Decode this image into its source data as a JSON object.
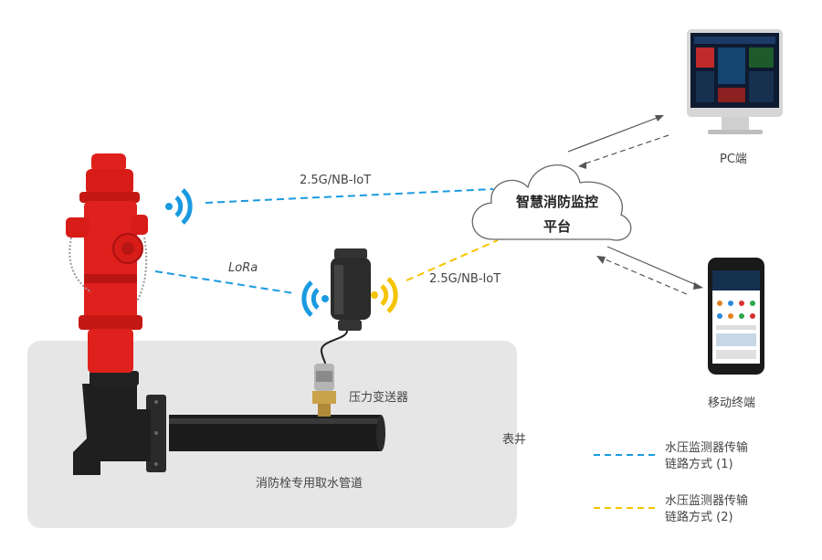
{
  "cloud": {
    "line1": "智慧消防监控",
    "line2": "平台"
  },
  "labels": {
    "link_top": "2.5G/NB-IoT",
    "link_lora": "LoRa",
    "link_right": "2.5G/NB-IoT",
    "pc": "PC端",
    "mobile": "移动终端",
    "transmitter": "压力变送器",
    "well": "表井",
    "pipe": "消防栓专用取水管道"
  },
  "legend": [
    {
      "line1": "水压监测器传输",
      "line2": "链路方式 (1)",
      "color": "#1a9ae0"
    },
    {
      "line1": "水压监测器传输",
      "line2": "链路方式 (2)",
      "color": "#f5c400"
    }
  ],
  "colors": {
    "hydrant": "#e0201c",
    "wifi_blue": "#1a9ae0",
    "wifi_yellow": "#f5c400",
    "pipe": "#1c1c1c"
  },
  "icons": [
    "fire-hydrant",
    "wifi-signal-icon",
    "pressure-transmitter",
    "cloud-icon",
    "pc-monitor",
    "smartphone"
  ]
}
